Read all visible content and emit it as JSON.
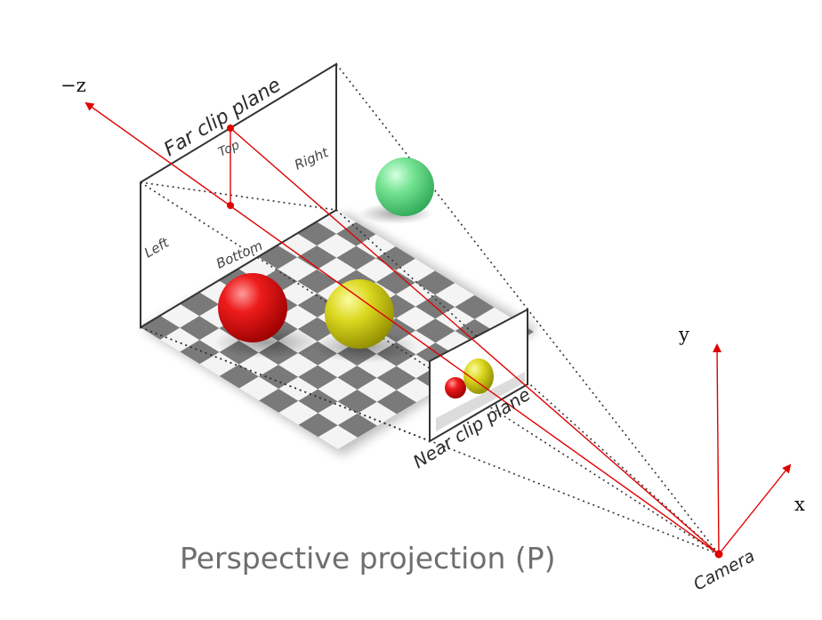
{
  "labels": {
    "far_plane": "Far clip plane",
    "near_plane": "Near clip plane",
    "top": "Top",
    "right": "Right",
    "left": "Left",
    "bottom": "Bottom",
    "camera": "Camera",
    "axis_neg_z": "−z",
    "axis_y": "y",
    "axis_x": "x",
    "caption": "Perspective projection (P)"
  },
  "colors": {
    "axis_red": "#e00000",
    "frame": "#333333",
    "checker_dark": "#7a7a7a",
    "checker_light": "#f4f4f4",
    "sphere_red": "#e21818",
    "sphere_yellow": "#d8d420",
    "sphere_green": "#6fe08f"
  },
  "objects": {
    "spheres": [
      "sphere-red",
      "sphere-yellow",
      "sphere-green"
    ]
  }
}
